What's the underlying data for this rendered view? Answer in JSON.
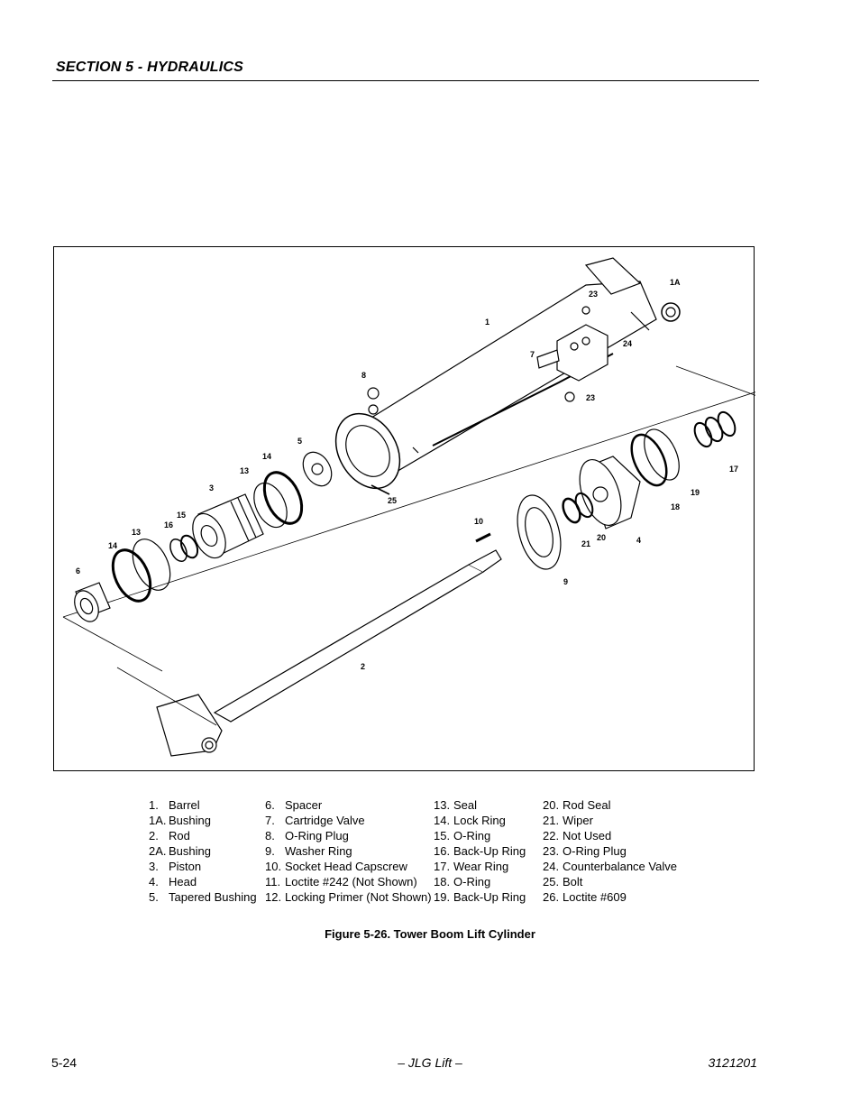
{
  "header": {
    "section_title": "SECTION 5 - HYDRAULICS"
  },
  "figure": {
    "callouts": [
      "1A",
      "23",
      "1",
      "24",
      "7",
      "8",
      "23",
      "5",
      "14",
      "13",
      "3",
      "25",
      "16",
      "15",
      "13",
      "14",
      "6",
      "10",
      "19",
      "18",
      "17",
      "20",
      "21",
      "4",
      "9",
      "2"
    ]
  },
  "legend": {
    "col1": [
      {
        "num": "1.",
        "label": "Barrel"
      },
      {
        "num": "1A.",
        "label": "Bushing"
      },
      {
        "num": "2.",
        "label": "Rod"
      },
      {
        "num": "2A.",
        "label": "Bushing"
      },
      {
        "num": "3.",
        "label": "Piston"
      },
      {
        "num": "4.",
        "label": "Head"
      },
      {
        "num": "5.",
        "label": "Tapered Bushing"
      }
    ],
    "col2": [
      {
        "num": "6.",
        "label": "Spacer"
      },
      {
        "num": "7.",
        "label": "Cartridge Valve"
      },
      {
        "num": "8.",
        "label": "O-Ring Plug"
      },
      {
        "num": "9.",
        "label": "Washer Ring"
      },
      {
        "num": "10.",
        "label": "Socket Head Capscrew"
      },
      {
        "num": "11.",
        "label": "Loctite #242 (Not Shown)"
      },
      {
        "num": "12.",
        "label": "Locking Primer (Not Shown)"
      }
    ],
    "col3": [
      {
        "num": "13.",
        "label": "Seal"
      },
      {
        "num": "14.",
        "label": "Lock Ring"
      },
      {
        "num": "15.",
        "label": "O-Ring"
      },
      {
        "num": "16.",
        "label": "Back-Up Ring"
      },
      {
        "num": "17.",
        "label": "Wear Ring"
      },
      {
        "num": "18.",
        "label": "O-Ring"
      },
      {
        "num": "19.",
        "label": "Back-Up Ring"
      }
    ],
    "col4": [
      {
        "num": "20.",
        "label": "Rod Seal"
      },
      {
        "num": "21.",
        "label": "Wiper"
      },
      {
        "num": "22.",
        "label": "Not Used"
      },
      {
        "num": "23.",
        "label": "O-Ring Plug"
      },
      {
        "num": "24.",
        "label": "Counterbalance Valve"
      },
      {
        "num": "25.",
        "label": "Bolt"
      },
      {
        "num": "26.",
        "label": "Loctite #609"
      }
    ]
  },
  "caption": "Figure 5-26.   Tower Boom Lift Cylinder",
  "footer": {
    "page_number": "5-24",
    "center": "– JLG Lift –",
    "doc_number": "3121201"
  }
}
